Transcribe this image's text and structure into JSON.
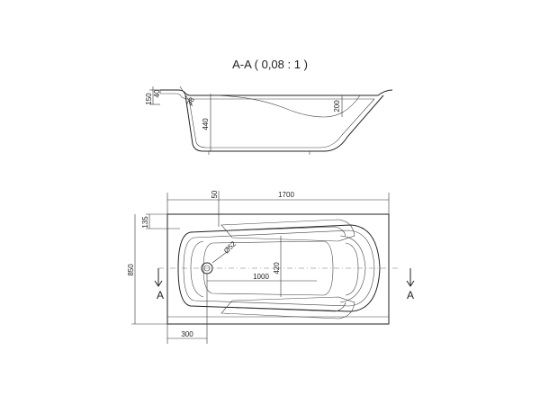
{
  "section_title": "A-A ( 0,08 : 1 )",
  "section_dims": {
    "d150": "150",
    "d40": "40",
    "d38": "38",
    "d440": "440",
    "d200": "200"
  },
  "plan_dims": {
    "length": "1700",
    "d50": "50",
    "d135": "135",
    "width": "850",
    "drain_dia": "Ø52",
    "d420": "420",
    "d1000": "1000",
    "d300": "300"
  },
  "section_markers": {
    "left": "A",
    "right": "A"
  }
}
